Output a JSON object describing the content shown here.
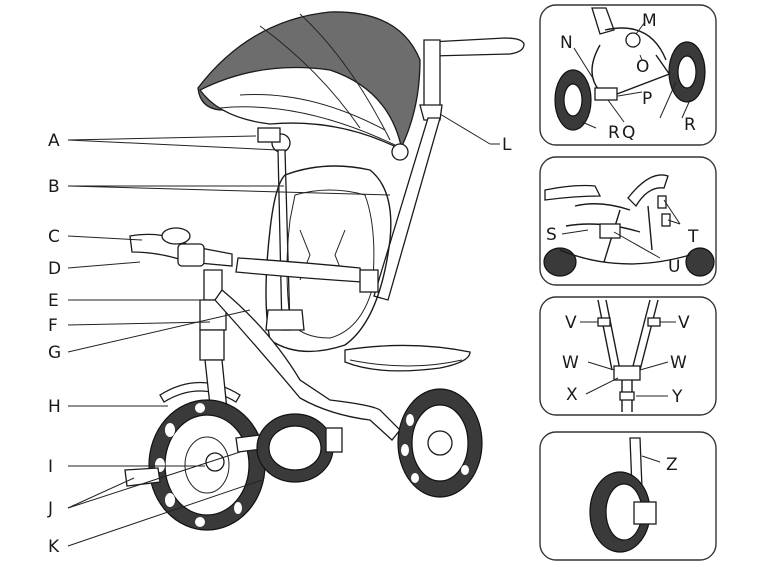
{
  "main_labels": [
    "A",
    "B",
    "C",
    "D",
    "E",
    "F",
    "G",
    "H",
    "I",
    "J",
    "K",
    "L"
  ],
  "detail_labels": {
    "panel1": [
      "M",
      "N",
      "O",
      "P",
      "Q",
      "R",
      "R"
    ],
    "panel2": [
      "S",
      "T",
      "U"
    ],
    "panel3": [
      "V",
      "V",
      "W",
      "W",
      "X",
      "Y"
    ],
    "panel4": [
      "Z"
    ]
  },
  "colors": {
    "line": "#1a1a1a",
    "tire": "#3a3a3a",
    "canopy": "#6d6d6d",
    "panel_border": "#333333"
  }
}
